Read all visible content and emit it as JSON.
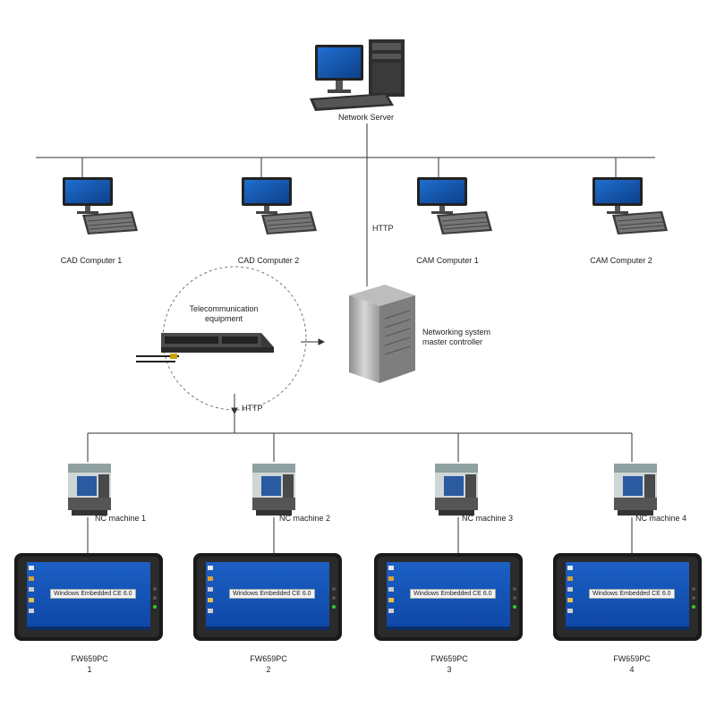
{
  "server": {
    "label": "Network Server"
  },
  "workstations": [
    {
      "label": "CAD Computer 1"
    },
    {
      "label": "CAD Computer 2"
    },
    {
      "label": "CAM Computer 1"
    },
    {
      "label": "CAM Computer 2"
    }
  ],
  "http_top": "HTTP",
  "http_bottom": "HTTP",
  "telecom": {
    "line1": "Telecommunication",
    "line2": "equipment"
  },
  "controller": {
    "line1": "Networking system",
    "line2": "master controller"
  },
  "machines": [
    {
      "label": "NC machine 1"
    },
    {
      "label": "NC machine 2"
    },
    {
      "label": "NC machine 3"
    },
    {
      "label": "NC machine 4"
    }
  ],
  "tablets": [
    {
      "model": "FW659PC",
      "number": "1"
    },
    {
      "model": "FW659PC",
      "number": "2"
    },
    {
      "model": "FW659PC",
      "number": "3"
    },
    {
      "model": "FW659PC",
      "number": "4"
    }
  ],
  "screen_text": "Windows Embedded CE 6.0"
}
